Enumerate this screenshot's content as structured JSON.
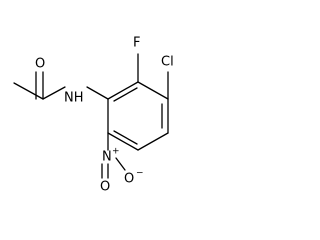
{
  "molecule": {
    "atoms": {
      "chlorine": "Cl",
      "fluorine": "F",
      "carbonyl_oxygen": "O",
      "amide_nitrogen": "NH",
      "nitro_nitrogen": "N",
      "nitro_oxygen_top": "O",
      "nitro_oxygen_right": "O"
    },
    "charges": {
      "nitro_nitrogen": "+",
      "nitro_oxygen_right": "−"
    }
  }
}
